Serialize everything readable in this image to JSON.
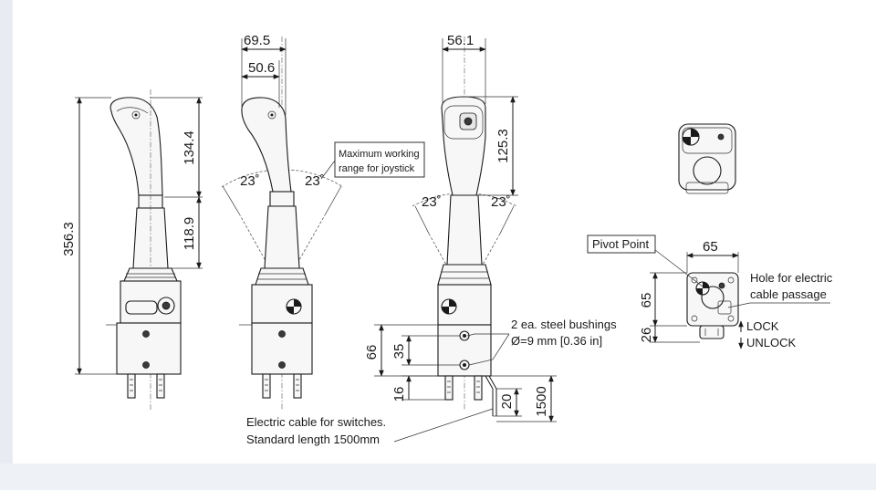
{
  "views": {
    "side": {
      "dims": {
        "overall_height": "356.3",
        "grip_height": "134.4",
        "shaft_height": "118.9"
      }
    },
    "front": {
      "dims": {
        "top_width": "69.5",
        "grip_width": "50.6",
        "angle_left": "23˚",
        "angle_right": "23˚"
      },
      "callout_line1": "Maximum working",
      "callout_line2": "range for joystick"
    },
    "rear": {
      "dims": {
        "top_width": "56.1",
        "grip_height": "125.3",
        "angle_left": "23˚",
        "angle_right": "23˚",
        "mount_height": "66",
        "bushing_spacing": "35",
        "bottom_gap": "16",
        "cable_offset": "20",
        "cable_length": "1500"
      },
      "bushing_line1": "2 ea. steel bushings",
      "bushing_line2": "Ø=9 mm [0.36 in]"
    },
    "cable_note": {
      "line1": "Electric cable for switches.",
      "line2": "Standard length 1500mm"
    },
    "base": {
      "pivot_label": "Pivot Point",
      "dims": {
        "width": "65",
        "height": "65",
        "offset": "26"
      },
      "hole_line1": "Hole for electric",
      "hole_line2": "cable passage",
      "lock_label": "LOCK",
      "unlock_label": "UNLOCK"
    }
  }
}
